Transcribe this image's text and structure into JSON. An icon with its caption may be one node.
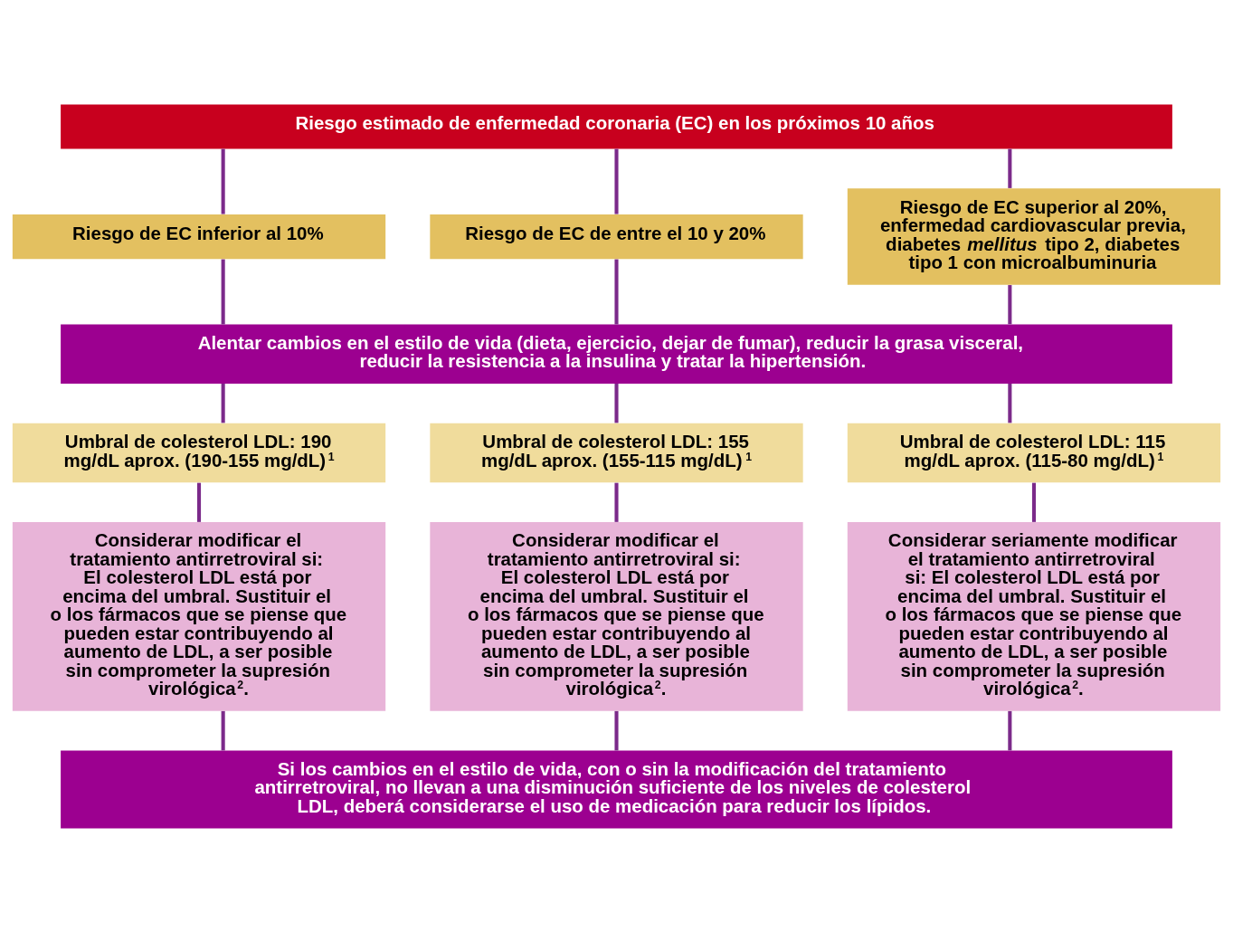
{
  "diagram": {
    "nodes": [
      {
        "text": [
          "Riesgo estimado de enfermedad coronaria (EC) en los próximos 10 años"
        ]
      },
      {
        "text": [
          "Riesgo de EC inferior al 10%"
        ]
      },
      {
        "text": [
          "Riesgo de EC de entre el 10 y 20%"
        ]
      },
      {
        "text": [
          "Riesgo de EC superior al 20%, enfermedad cardiovascular previa, diabetes *mellitus* tipo 2, diabetes tipo 1 con microalbuminuria"
        ]
      },
      {
        "text": [
          "Alentar cambios en el estilo de vida (dieta, ejercicio, dejar de fumar), reducir la grasa visceral, reducir la resistencia a la insulina y tratar la hipertensión."
        ]
      },
      {
        "text": [
          "Umbral de colesterol LDL: 190 mg/dL aprox. (190-155 mg/dL)$^{1}$"
        ]
      },
      {
        "text": [
          "Umbral de colesterol LDL: 155 mg/dL aprox. (155-115 mg/dL)$^{1}$"
        ]
      },
      {
        "text": [
          "Umbral de colesterol LDL: 115 mg/dL aprox. (115-80 mg/dL)$^{1}$"
        ]
      },
      {
        "text": [
          "Considerar modificar el tratamiento antirretroviral si: El colesterol LDL está por encima del umbral. Sustituir el o los fármacos que se piense que pueden estar contribuyendo al aumento de LDL, a ser posible sin comprometer la supresión virológica$^{2}$."
        ]
      },
      {
        "text": [
          "Considerar modificar el tratamiento antirretroviral si: El colesterol LDL está por encima del umbral. Sustituir el o los fármacos que se piense que pueden estar contribuyendo al aumento de LDL, a ser posible sin comprometer la supresión virológica$^{2}$."
        ]
      },
      {
        "text": [
          "Considerar seriamente modificar el tratamiento antirretroviral si: El colesterol LDL está por encima del umbral. Sustituir el o los fármacos que se piense que pueden estar contribuyendo al aumento de LDL, a ser posible sin comprometer la supresión virológica$^{2}$."
        ]
      },
      {
        "text": [
          "Si los cambios en el estilo de vida, con o sin la modificación del tratamiento antirretroviral, no llevan a una disminución suficiente de los niveles de colesterol LDL, deberá considerarse el uso de medicación para reducir los lípidos."
        ]
      }
    ],
    "edges": [
      {
        "from": 0,
        "to": 1,
        "arrow": "none"
      },
      {
        "from": 0,
        "to": 2,
        "arrow": "none"
      },
      {
        "from": 0,
        "to": 3,
        "arrow": "none"
      },
      {
        "from": 1,
        "to": 4,
        "arrow": "none"
      },
      {
        "from": 2,
        "to": 4,
        "arrow": "none"
      },
      {
        "from": 3,
        "to": 4,
        "arrow": "none"
      },
      {
        "from": 4,
        "to": 5,
        "arrow": "none"
      },
      {
        "from": 4,
        "to": 6,
        "arrow": "none"
      },
      {
        "from": 4,
        "to": 7,
        "arrow": "none"
      },
      {
        "from": 5,
        "to": 8,
        "arrow": "none"
      },
      {
        "from": 6,
        "to": 9,
        "arrow": "none"
      },
      {
        "from": 7,
        "to": 10,
        "arrow": "none"
      },
      {
        "from": 8,
        "to": 11,
        "arrow": "none"
      },
      {
        "from": 9,
        "to": 11,
        "arrow": "none"
      },
      {
        "from": 10,
        "to": 11,
        "arrow": "none"
      }
    ]
  }
}
